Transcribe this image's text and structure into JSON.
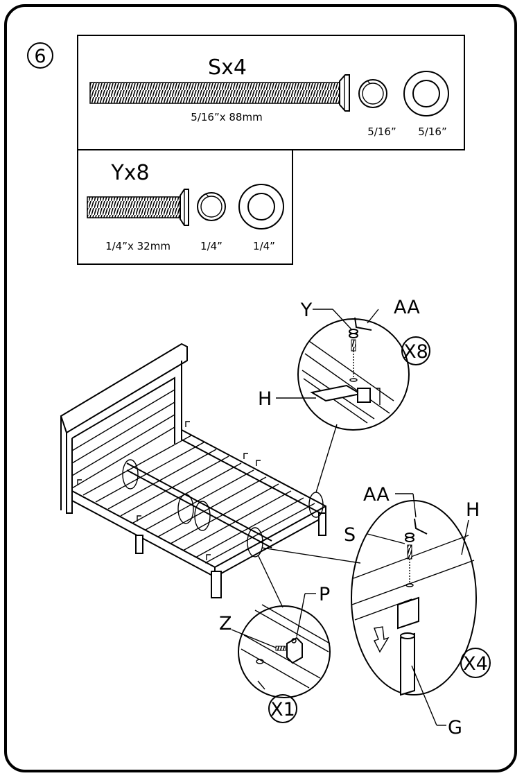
{
  "step": {
    "number": "6"
  },
  "hardware_s": {
    "title": "Sx4",
    "bolt_size": "5/16”x 88mm",
    "lock_washer_size": "5/16”",
    "flat_washer_size": "5/16”"
  },
  "hardware_y": {
    "title": "Yx8",
    "bolt_size": "1/4”x 32mm",
    "lock_washer_size": "1/4”",
    "flat_washer_size": "1/4”"
  },
  "callouts": {
    "detail_top": {
      "labels": [
        "Y",
        "AA",
        "H"
      ],
      "multiplier": "X8"
    },
    "detail_right": {
      "labels": [
        "AA",
        "S",
        "H",
        "G"
      ],
      "multiplier": "X4"
    },
    "detail_bottom": {
      "labels": [
        "Z",
        "P"
      ],
      "multiplier": "X1"
    }
  },
  "icons": [
    "allen-key-icon",
    "bolt-icon",
    "lock-washer-icon",
    "flat-washer-icon",
    "down-arrow-icon"
  ]
}
